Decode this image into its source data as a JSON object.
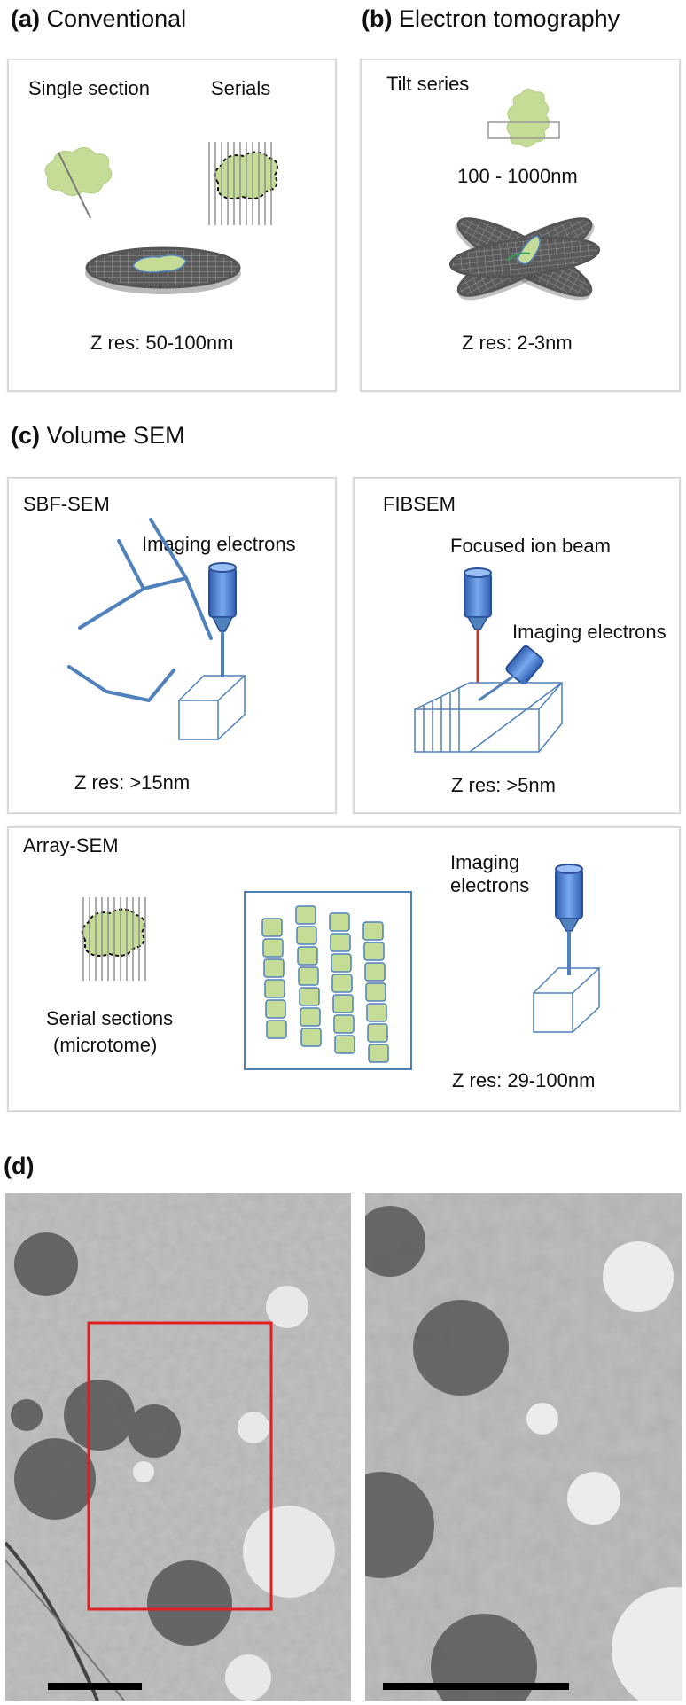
{
  "panel_a": {
    "letter": "(a)",
    "title": "Conventional",
    "single_section": "Single section",
    "serials": "Serials",
    "zres": "Z res: 50-100nm"
  },
  "panel_b": {
    "letter": "(b)",
    "title": "Electron tomography",
    "tilt_series": "Tilt series",
    "thickness": "100 - 1000nm",
    "zres": "Z res: 2-3nm"
  },
  "panel_c": {
    "letter": "(c)",
    "title": "Volume SEM",
    "sbf": {
      "name": "SBF-SEM",
      "imaging": "Imaging electrons",
      "zres": "Z res: >15nm"
    },
    "fib": {
      "name": "FIBSEM",
      "ion_beam": "Focused ion beam",
      "imaging": "Imaging electrons",
      "zres": "Z res: >5nm"
    },
    "array": {
      "name": "Array-SEM",
      "imaging_line1": "Imaging",
      "imaging_line2": "electrons",
      "serial_line1": "Serial sections",
      "serial_line2": "(microtome)",
      "zres": "Z res: 29-100nm"
    }
  },
  "panel_d": {
    "letter": "(d)"
  },
  "colors": {
    "cell_green": "#c5dc96",
    "beam_blue": "#3c78d8",
    "outline_blue": "#4f81bd",
    "grid_gray": "#666666",
    "roi_red": "#e02020",
    "panel_border": "#d9d9d9"
  }
}
